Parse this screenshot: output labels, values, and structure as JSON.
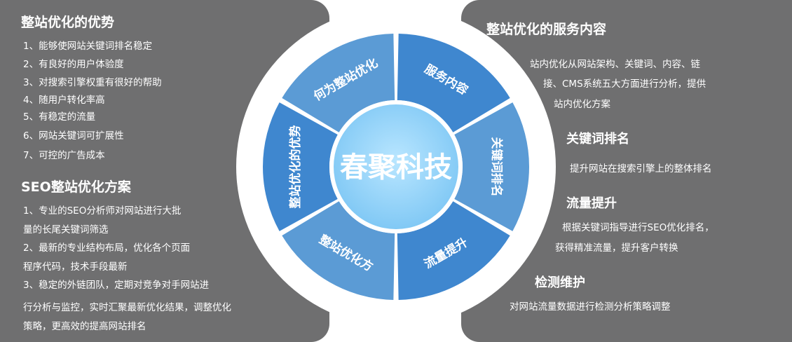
{
  "left": {
    "advantages_title": "整站优化的优势",
    "advantages": [
      "1、能够使网站关键词排名稳定",
      "2、有良好的用户体验度",
      "3、对搜索引擎权重有很好的帮助",
      "4、随用户转化率高",
      "5、有稳定的流量",
      "6、网站关键词可扩展性",
      "7、可控的广告成本"
    ],
    "plan_title": "SEO整站优化方案",
    "plan_lines": [
      "1、专业的SEO分析师对网站进行大批",
      "量的长尾关键词筛选",
      "2、最新的专业结构布局，优化各个页面",
      "程序代码，技术手段最新",
      "3、稳定的外链团队，定期对竞争对手网站进",
      "行分析与监控，实时汇聚最新优化结果，调整优化",
      "策略，更高效的提高网站排名"
    ]
  },
  "right": {
    "service_title": "整站优化的服务内容",
    "service_lines": [
      "站内优化从网站架构、关键词、内容、链",
      "接、CMS系统五大方面进行分析，提供",
      "站内优化方案"
    ],
    "ranking_title": "关键词排名",
    "ranking_text": "提升网站在搜索引擎上的整体排名",
    "traffic_title": "流量提升",
    "traffic_lines": [
      "根据关键词指导进行SEO优化排名，",
      "获得精准流量，提升客户转换"
    ],
    "monitor_title": "检测维护",
    "monitor_text": "对网站流量数据进行检测分析策略调整"
  },
  "wheel": {
    "center": "春聚科技",
    "segments": [
      {
        "label": "何为整站优化",
        "color": "#5b9bd5"
      },
      {
        "label": "服务内容",
        "color": "#3f87cf"
      },
      {
        "label": "关键词排名",
        "color": "#5b9bd5"
      },
      {
        "label": "流量提升",
        "color": "#3f87cf"
      },
      {
        "label": "整站优化方",
        "color": "#5b9bd5"
      },
      {
        "label": "整站优化的优势",
        "color": "#3f87cf"
      }
    ],
    "center_color": "#8fd0f7"
  }
}
